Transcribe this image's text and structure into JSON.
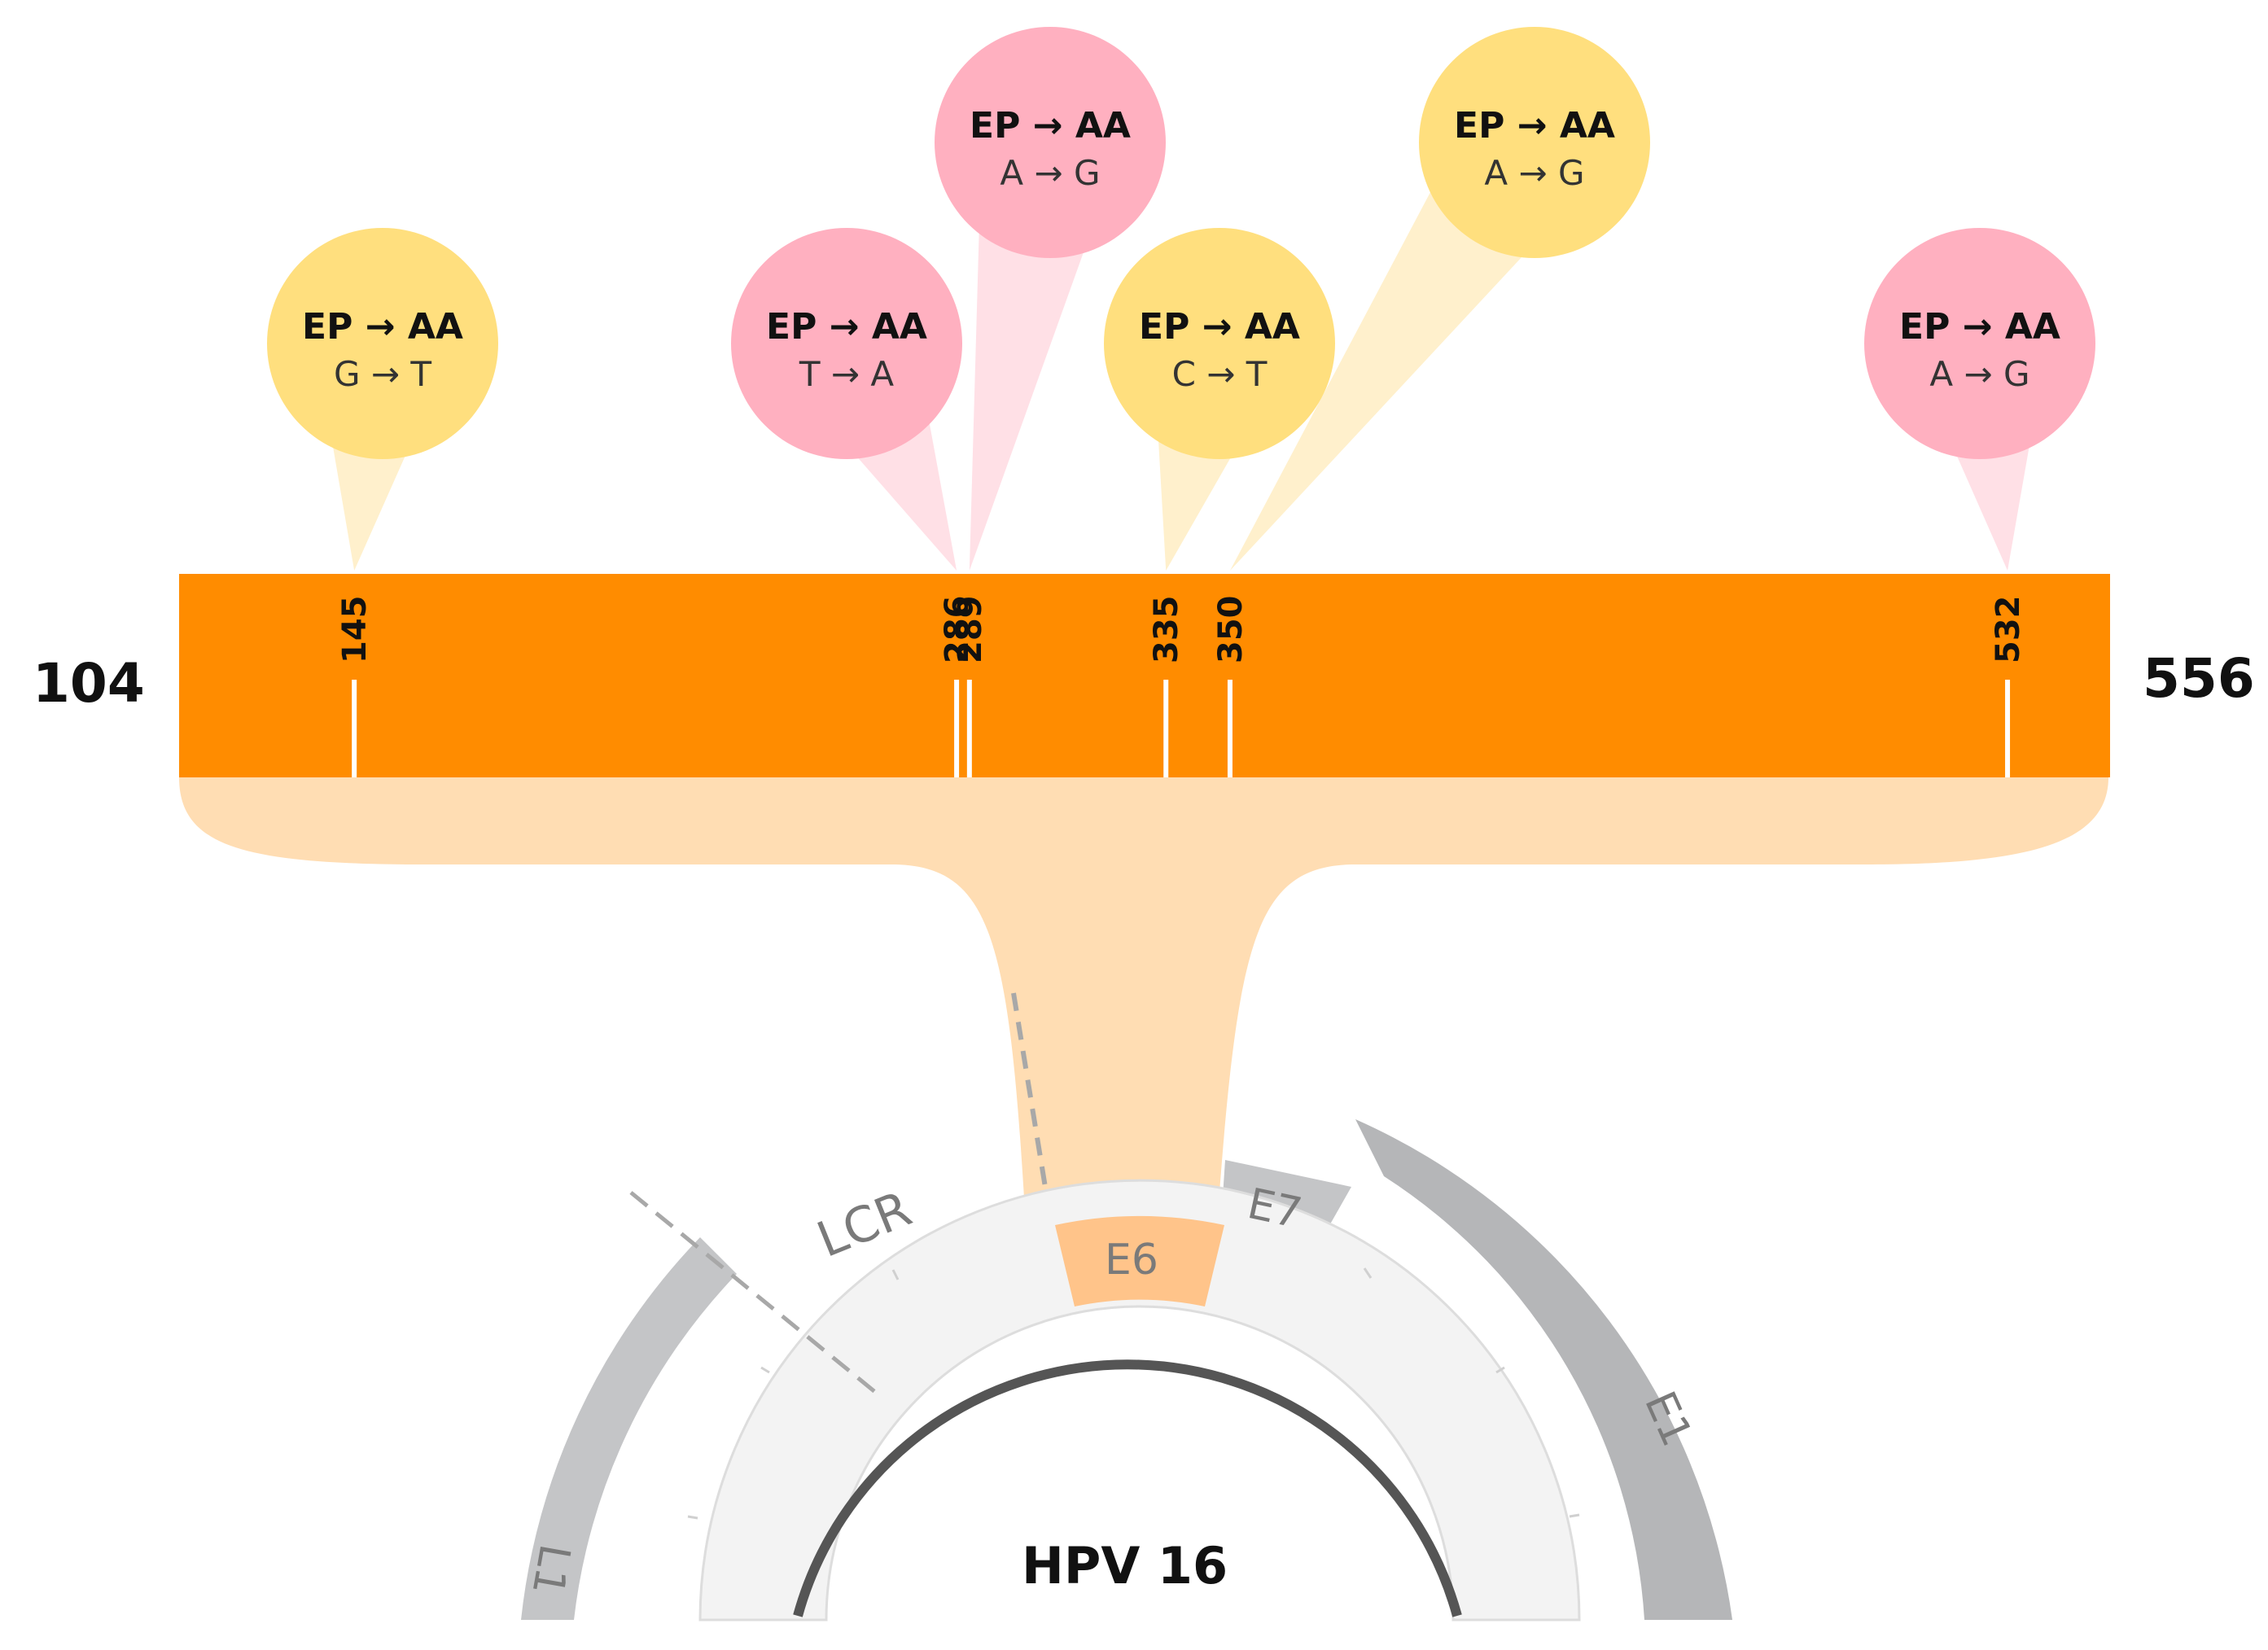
{
  "gene_segment": {
    "start_label": "104",
    "end_label": "556",
    "start": 104,
    "end": 556,
    "bar_color": "#ff8c00",
    "tick_color": "#ffffff"
  },
  "variants": [
    {
      "position": 145,
      "position_label": "145",
      "line1": "EP → AA",
      "line2": "G → T",
      "color": "#ffdf7e",
      "cone_color": "#fff0cc"
    },
    {
      "position": 286,
      "position_label": "286",
      "line1": "EP → AA",
      "line2": "T → A",
      "color": "#ffb0c0",
      "cone_color": "#ffe0e6"
    },
    {
      "position": 289,
      "position_label": "289",
      "line1": "EP → AA",
      "line2": "A → G",
      "color": "#ffb0c0",
      "cone_color": "#ffe0e6"
    },
    {
      "position": 335,
      "position_label": "335",
      "line1": "EP → AA",
      "line2": "C → T",
      "color": "#ffdf7e",
      "cone_color": "#fff0cc"
    },
    {
      "position": 350,
      "position_label": "350",
      "line1": "EP → AA",
      "line2": "A → G",
      "color": "#ffdf7e",
      "cone_color": "#fff0cc"
    },
    {
      "position": 532,
      "position_label": "532",
      "line1": "EP → AA",
      "line2": "A → G",
      "color": "#ffb0c0",
      "cone_color": "#ffe0e6"
    }
  ],
  "genome": {
    "name": "HPV 16",
    "regions": {
      "lcr": "LCR",
      "e6": "E6",
      "e7": "E7",
      "e1": "E1",
      "l1": "L1"
    },
    "colors": {
      "e6": "#ffc48a",
      "gene_gray": "#c4c5c7",
      "e1_gray": "#b5b6b8",
      "ring": "#f2f2f2",
      "backbone": "#555555",
      "zoom": "#ffddb3"
    }
  }
}
